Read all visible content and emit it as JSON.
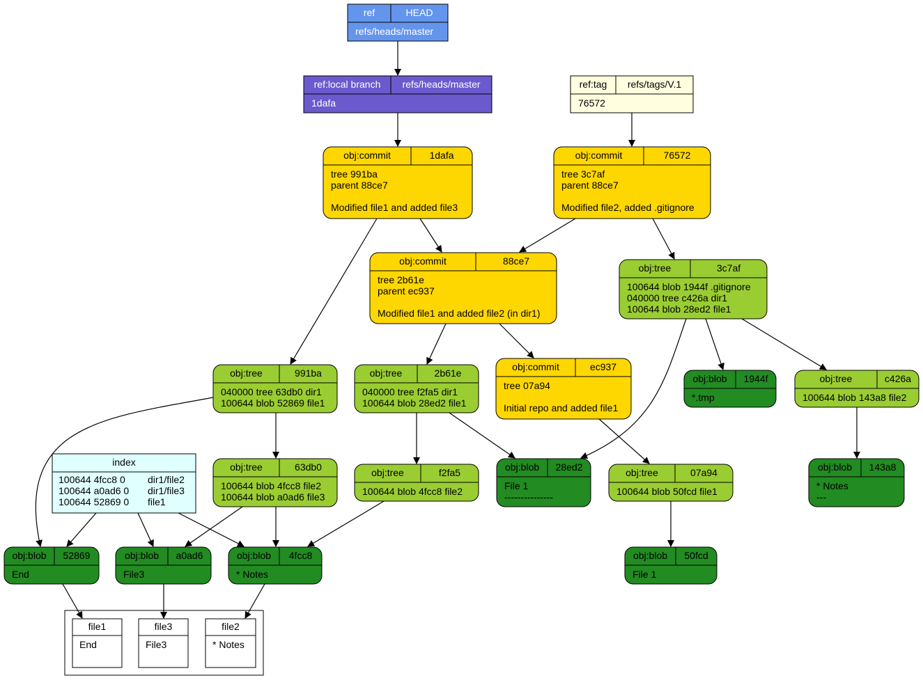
{
  "colors": {
    "ref": "#6495ED",
    "branch": "#6A5ACD",
    "tag": "#FFFFE0",
    "commit": "#FFD700",
    "tree": "#9ACD32",
    "blob": "#228B22",
    "index": "#E0FFFF",
    "workdir": "#FFFFFF",
    "stroke": "#000000"
  },
  "nodes": {
    "head": {
      "kind": "ref",
      "header": [
        "ref",
        "HEAD"
      ],
      "body": [
        "refs/heads/master"
      ]
    },
    "branch": {
      "kind": "branch",
      "header": [
        "ref:local branch",
        "refs/heads/master"
      ],
      "body": [
        "1dafa"
      ]
    },
    "tag": {
      "kind": "tag",
      "header": [
        "ref:tag",
        "refs/tags/V.1"
      ],
      "body": [
        "76572"
      ]
    },
    "c1dafa": {
      "kind": "commit",
      "header": [
        "obj:commit",
        "1dafa"
      ],
      "body": [
        "tree 991ba",
        "parent 88ce7",
        "",
        "Modified file1 and added file3"
      ]
    },
    "c76572": {
      "kind": "commit",
      "header": [
        "obj:commit",
        "76572"
      ],
      "body": [
        "tree 3c7af",
        "parent 88ce7",
        "",
        "Modified file2, added .gitignore"
      ]
    },
    "c88ce7": {
      "kind": "commit",
      "header": [
        "obj:commit",
        "88ce7"
      ],
      "body": [
        "tree 2b61e",
        "parent ec937",
        "",
        "Modified file1 and added file2 (in dir1)"
      ]
    },
    "t3c7af": {
      "kind": "tree",
      "header": [
        "obj:tree",
        "3c7af"
      ],
      "body": [
        "100644 blob 1944f  .gitignore",
        "040000 tree c426a dir1",
        "100644 blob 28ed2 file1"
      ]
    },
    "t991ba": {
      "kind": "tree",
      "header": [
        "obj:tree",
        "991ba"
      ],
      "body": [
        "040000 tree 63db0 dir1",
        "100644 blob 52869 file1"
      ]
    },
    "t2b61e": {
      "kind": "tree",
      "header": [
        "obj:tree",
        "2b61e"
      ],
      "body": [
        "040000 tree f2fa5  dir1",
        "100644 blob 28ed2 file1"
      ]
    },
    "cec937": {
      "kind": "commit",
      "header": [
        "obj:commit",
        "ec937"
      ],
      "body": [
        "tree 07a94",
        "",
        "Initial repo and added file1"
      ]
    },
    "b1944f": {
      "kind": "blob",
      "header": [
        "obj:blob",
        "1944f"
      ],
      "body": [
        "*.tmp"
      ]
    },
    "tc426a": {
      "kind": "tree",
      "header": [
        "obj:tree",
        "c426a"
      ],
      "body": [
        "100644 blob 143a8 file2"
      ]
    },
    "index": {
      "kind": "index",
      "title": "index",
      "body": [
        "100644 4fcc8 0",
        "100644 a0ad6 0",
        "100644 52869 0"
      ],
      "paths": [
        "dir1/file2",
        "dir1/file3",
        "file1"
      ]
    },
    "t63db0": {
      "kind": "tree",
      "header": [
        "obj:tree",
        "63db0"
      ],
      "body": [
        "100644 blob 4fcc8  file2",
        "100644 blob a0ad6 file3"
      ]
    },
    "tf2fa5": {
      "kind": "tree",
      "header": [
        "obj:tree",
        "f2fa5"
      ],
      "body": [
        "100644 blob 4fcc8  file2"
      ]
    },
    "b28ed2": {
      "kind": "blob",
      "header": [
        "obj:blob",
        "28ed2"
      ],
      "body": [
        "File 1",
        "---------------"
      ]
    },
    "t07a94": {
      "kind": "tree",
      "header": [
        "obj:tree",
        "07a94"
      ],
      "body": [
        "100644 blob 50fcd  file1"
      ]
    },
    "b143a8": {
      "kind": "blob",
      "header": [
        "obj:blob",
        "143a8"
      ],
      "body": [
        "* Notes",
        "---"
      ]
    },
    "b52869": {
      "kind": "blob",
      "header": [
        "obj:blob",
        "52869"
      ],
      "body": [
        "End"
      ]
    },
    "ba0ad6": {
      "kind": "blob",
      "header": [
        "obj:blob",
        "a0ad6"
      ],
      "body": [
        "File3"
      ]
    },
    "b4fcc8": {
      "kind": "blob",
      "header": [
        "obj:blob",
        "4fcc8"
      ],
      "body": [
        "* Notes"
      ]
    },
    "b50fcd": {
      "kind": "blob",
      "header": [
        "obj:blob",
        "50fcd"
      ],
      "body": [
        "File 1"
      ]
    },
    "wfile1": {
      "kind": "workdir",
      "title": "file1",
      "body": [
        "End"
      ]
    },
    "wfile3": {
      "kind": "workdir",
      "title": "file3",
      "body": [
        "File3"
      ]
    },
    "wfile2": {
      "kind": "workdir",
      "title": "file2",
      "body": [
        "* Notes"
      ]
    }
  },
  "edges": [
    [
      "head",
      "branch"
    ],
    [
      "branch",
      "c1dafa"
    ],
    [
      "tag",
      "c76572"
    ],
    [
      "c1dafa",
      "c88ce7"
    ],
    [
      "c1dafa",
      "t991ba"
    ],
    [
      "c76572",
      "c88ce7"
    ],
    [
      "c76572",
      "t3c7af"
    ],
    [
      "c88ce7",
      "t2b61e"
    ],
    [
      "c88ce7",
      "cec937"
    ],
    [
      "t3c7af",
      "b1944f"
    ],
    [
      "t3c7af",
      "tc426a"
    ],
    [
      "t3c7af",
      "b28ed2"
    ],
    [
      "t991ba",
      "t63db0"
    ],
    [
      "t991ba",
      "b52869"
    ],
    [
      "t2b61e",
      "tf2fa5"
    ],
    [
      "t2b61e",
      "b28ed2"
    ],
    [
      "cec937",
      "t07a94"
    ],
    [
      "tc426a",
      "b143a8"
    ],
    [
      "t63db0",
      "ba0ad6"
    ],
    [
      "t63db0",
      "b4fcc8"
    ],
    [
      "tf2fa5",
      "b4fcc8"
    ],
    [
      "t07a94",
      "b50fcd"
    ],
    [
      "index",
      "b52869"
    ],
    [
      "index",
      "ba0ad6"
    ],
    [
      "index",
      "b4fcc8"
    ],
    [
      "b52869",
      "wfile1"
    ],
    [
      "ba0ad6",
      "wfile3"
    ],
    [
      "b4fcc8",
      "wfile2"
    ]
  ]
}
